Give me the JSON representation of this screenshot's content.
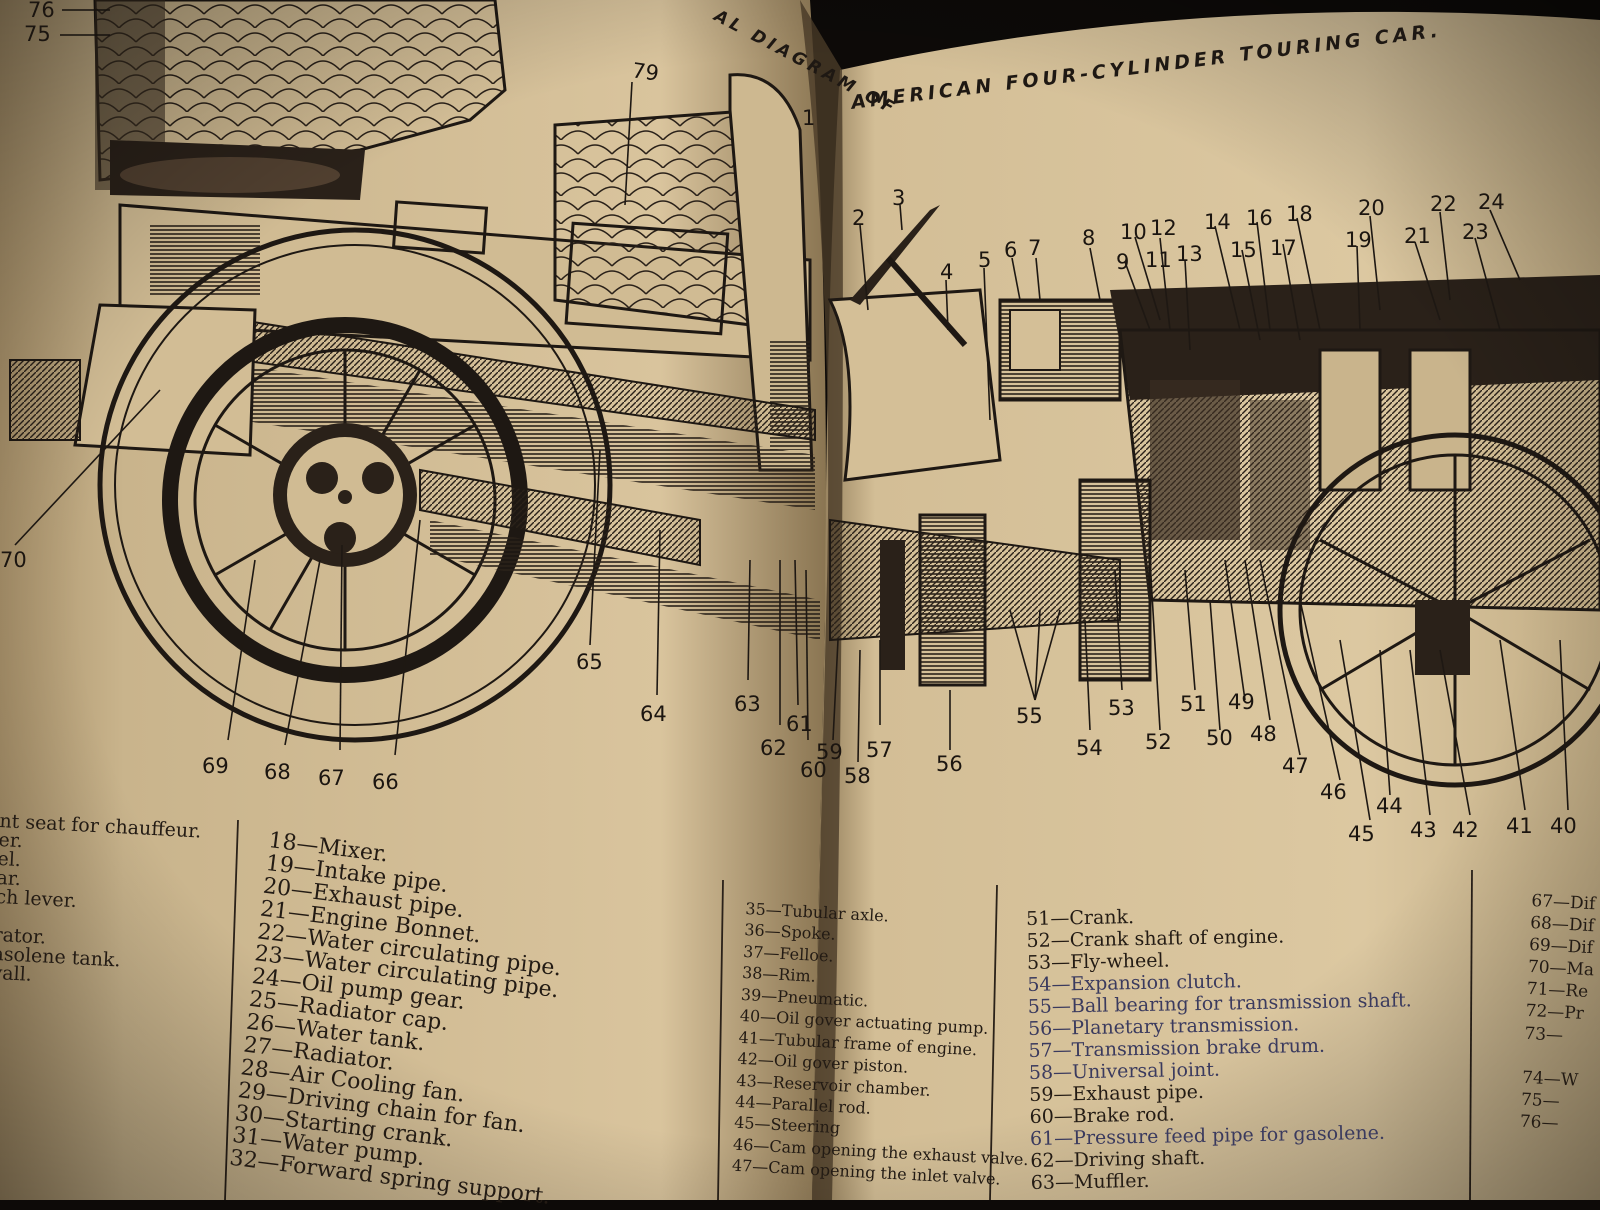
{
  "photo": {
    "title_left": "AL DIAGRAM OF",
    "title_right": "AMERICAN FOUR-CYLINDER TOURING CAR.",
    "colors": {
      "page": "#d9c49d",
      "page_shadow": "#8a7552",
      "ink": "#1e1813",
      "background": "#0d0a08"
    }
  },
  "callouts": {
    "n76": "76",
    "n75": "75",
    "n79": "79",
    "n70": "70",
    "n1": "1",
    "n2": "2",
    "n3": "3",
    "n4": "4",
    "n5": "5",
    "n6": "6",
    "n7": "7",
    "n8": "8",
    "n9": "9",
    "n10": "10",
    "n11": "11",
    "n12": "12",
    "n13": "13",
    "n14": "14",
    "n15": "15",
    "n16": "16",
    "n17": "17",
    "n18": "18",
    "n19": "19",
    "n20": "20",
    "n21": "21",
    "n22": "22",
    "n23": "23",
    "n24": "24",
    "n40": "40",
    "n41": "41",
    "n42": "42",
    "n43": "43",
    "n44": "44",
    "n45": "45",
    "n46": "46",
    "n47": "47",
    "n48": "48",
    "n49": "49",
    "n50": "50",
    "n51": "51",
    "n52": "52",
    "n53": "53",
    "n54": "54",
    "n55": "55",
    "n56": "56",
    "n57": "57",
    "n58": "58",
    "n59": "59",
    "n60": "60",
    "n61": "61",
    "n62": "62",
    "n63": "63",
    "n64": "64",
    "n65": "65",
    "n66": "66",
    "n67": "67",
    "n68": "68",
    "n69": "69"
  },
  "legend": {
    "col_a": [
      "nt seat for chauffeur.",
      "er.",
      "el.",
      "ar.",
      "ch lever.",
      "",
      "rator.",
      "asolene tank.",
      "vall."
    ],
    "col_b": [
      "18—Mixer.",
      "19—Intake pipe.",
      "20—Exhaust pipe.",
      "21—Engine Bonnet.",
      "22—Water circulating pipe.",
      "23—Water circulating pipe.",
      "24—Oil pump gear.",
      "25—Radiator cap.",
      "26—Water tank.",
      "27—Radiator.",
      "28—Air Cooling fan.",
      "29—Driving chain for fan.",
      "30—Starting crank.",
      "31—Water pump.",
      "32—Forward spring support."
    ],
    "col_c": [
      "35—Tubular axle.",
      "36—Spoke.",
      "37—Felloe.",
      "38—Rim.",
      "39—Pneumatic.",
      "40—Oil gover actuating pump.",
      "41—Tubular frame of engine.",
      "42—Oil gover piston.",
      "43—Reservoir chamber.",
      "44—Parallel rod.",
      "45—Steering",
      "46—Cam opening the exhaust valve.",
      "47—Cam opening the inlet valve."
    ],
    "col_d": [
      "51—Crank.",
      "52—Crank shaft of engine.",
      "53—Fly-wheel.",
      "54—Expansion clutch.",
      "55—Ball bearing for transmission shaft.",
      "56—Planetary transmission.",
      "57—Transmission brake drum.",
      "58—Universal joint.",
      "59—Exhaust pipe.",
      "60—Brake rod.",
      "61—Pressure feed pipe for gasolene.",
      "62—Driving shaft.",
      "63—Muffler."
    ],
    "col_e": [
      "67—Dif",
      "68—Dif",
      "69—Dif",
      "70—Ma",
      "71—Re",
      "72—Pr",
      "73—",
      "",
      "74—W",
      "75—",
      "76—"
    ]
  }
}
